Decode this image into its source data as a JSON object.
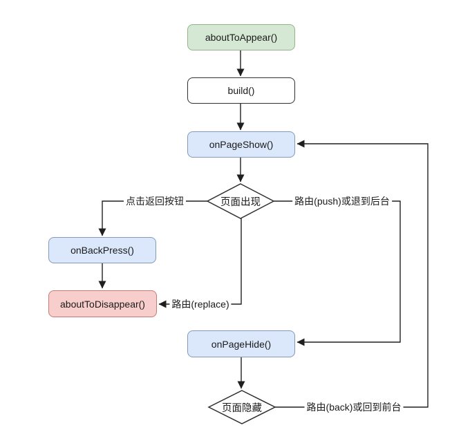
{
  "diagram_title": "page-lifecycle-flowchart",
  "nodes": {
    "about_to_appear": {
      "label": "aboutToAppear()",
      "css": "background:#d5e8d4;border-color:#93b585"
    },
    "build": {
      "label": "build()",
      "css": "background:#ffffff;border-color:#2f2f2f"
    },
    "on_page_show": {
      "label": "onPageShow()",
      "css": "background:#dbe8fb;border-color:#8498b8"
    },
    "page_appear": {
      "label": "页面出现"
    },
    "on_back_press": {
      "label": "onBackPress()",
      "css": "background:#dbe8fb;border-color:#8498b8"
    },
    "about_to_disappear": {
      "label": "aboutToDisappear()",
      "css": "background:#f8cecc;border-color:#c27b76"
    },
    "on_page_hide": {
      "label": "onPageHide()",
      "css": "background:#dbe8fb;border-color:#8498b8"
    },
    "page_hide": {
      "label": "页面隐藏"
    }
  },
  "edge_labels": {
    "click_back": "点击返回按钮",
    "route_push": "路由(push)或退到后台",
    "route_replace": "路由(replace)",
    "route_back": "路由(back)或回到前台"
  },
  "colors": {
    "green_fill": "#d5e8d4",
    "green_border": "#93b585",
    "blue_fill": "#dbe8fb",
    "blue_border": "#8498b8",
    "red_fill": "#f8cecc",
    "red_border": "#c27b76",
    "line": "#1f1f1f",
    "background": "#ffffff"
  }
}
